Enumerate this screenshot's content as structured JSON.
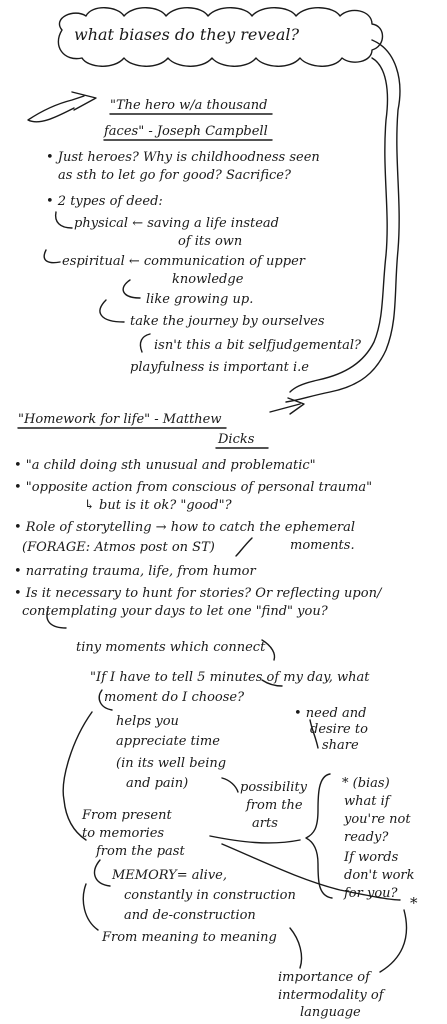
{
  "title": "what biases do they reveal?",
  "section1": {
    "heading_line1": "\"The hero w/a thousand",
    "heading_line2": "faces\" - Joseph Campbell",
    "bullet1_line1": "• Just heroes? Why is childhoodness seen",
    "bullet1_line2": "as sth to let go for good? Sacrifice?",
    "bullet2": "• 2 types of deed:",
    "physical_line1": "physical ← saving a life instead",
    "physical_line2": "of its own",
    "spiritual_line1": "espiritual ← communication of upper",
    "spiritual_line2": "knowledge",
    "growing": "like growing up.",
    "journey": "take the journey by ourselves",
    "judgemental": "isn't this a bit selfjudgemental?",
    "playfulness": "playfulness is important i.e"
  },
  "section2": {
    "heading_line1": "\"Homework for life\" - Matthew",
    "heading_line2": "Dicks",
    "b1": "• \"a child doing sth unusual and problematic\"",
    "b2": "• \"opposite action from conscious of personal trauma\"",
    "b2_sub": "↳ but is it ok? \"good\"?",
    "b3": "• Role of storytelling → how to catch the ephemeral",
    "b3_moments": "moments.",
    "forage": "(FORAGE: Atmos post on ST)",
    "b4": "• narrating trauma, life, from humor",
    "b5_line1": "• Is it necessary to hunt for stories? Or reflecting upon/",
    "b5_line2": "contemplating your days to let one \"find\" you?",
    "tiny": "tiny moments which connect",
    "quote_line1": "\"If I have to tell 5 minutes of my day, what",
    "quote_line2": "moment do I choose?",
    "need_line1": "• need and",
    "need_line2": "desire to",
    "need_line3": "share",
    "helps_line1": "helps you",
    "helps_line2": "appreciate time",
    "helps_line3": "(in its well being",
    "helps_line4": "and pain)",
    "possibility_line1": "possibility",
    "possibility_line2": "from the",
    "possibility_line3": "arts",
    "bias_line1": "* (bias)",
    "bias_line2": "what if",
    "bias_line3": "you're not",
    "bias_line4": "ready?",
    "bias_line5": "If words",
    "bias_line6": "don't work",
    "bias_line7": "for you?",
    "bias_star": "*",
    "present_line1": "From present",
    "present_line2": "to memories",
    "present_line3": "from the past",
    "memory_line1": "MEMORY= alive,",
    "memory_line2": "constantly in construction",
    "memory_line3": "and de-construction",
    "meaning": "From meaning to meaning",
    "importance_line1": "importance of",
    "importance_line2": "intermodality of",
    "importance_line3": "language"
  }
}
